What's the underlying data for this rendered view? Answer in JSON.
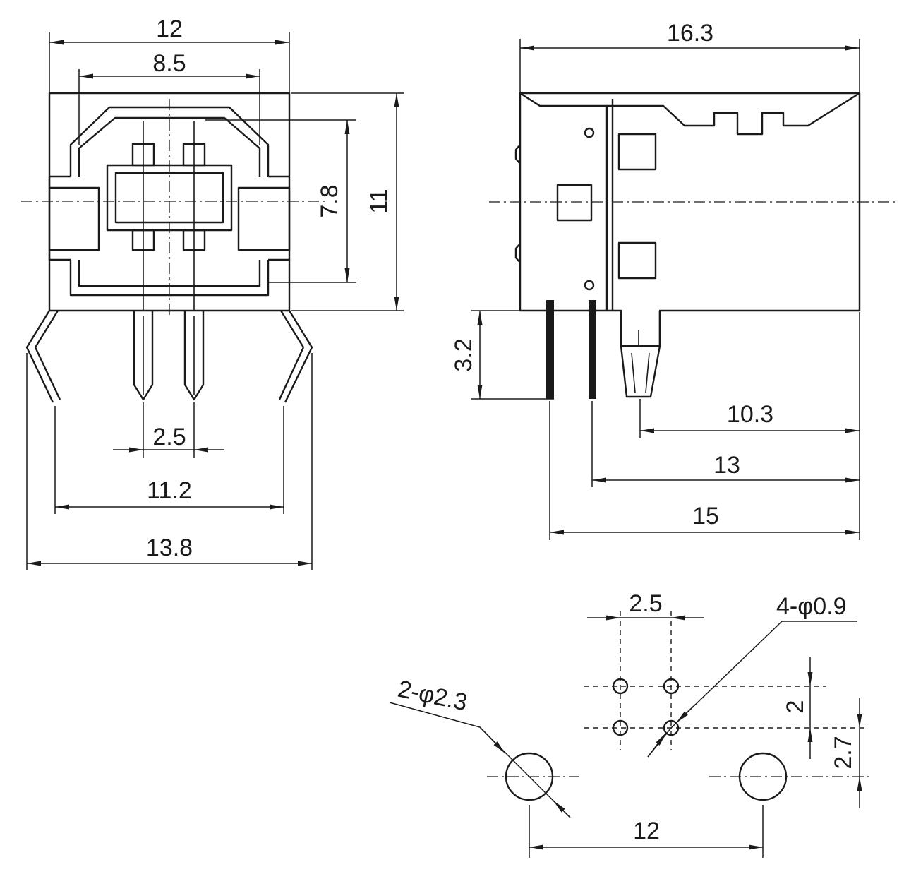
{
  "front_view": {
    "width_12": "12",
    "inner_8_5": "8.5",
    "height_7_8": "7.8",
    "height_11": "11",
    "pin_pitch": "2.5",
    "lead_span_11_2": "11.2",
    "lead_span_13_8": "13.8"
  },
  "side_view": {
    "length_16_3": "16.3",
    "pin_length_3_2": "3.2",
    "dist_10_3": "10.3",
    "dist_13": "13",
    "dist_15": "15"
  },
  "footprint": {
    "pitch_2_5": "2.5",
    "small_holes": "4-φ0.9",
    "large_holes": "2-φ2.3",
    "row_pitch_2": "2",
    "offset_2_7": "2.7",
    "span_12": "12"
  }
}
